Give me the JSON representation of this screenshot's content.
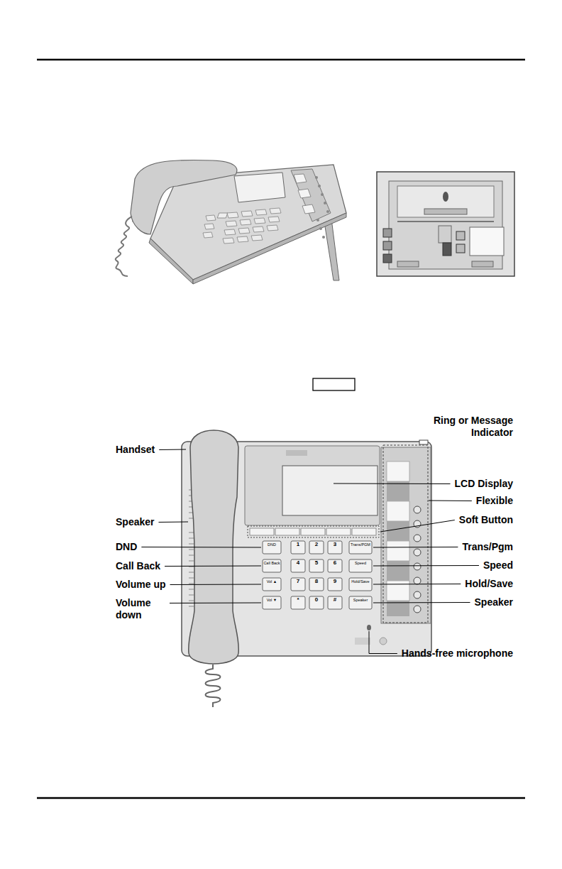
{
  "diagram": {
    "labels": [
      "Handset",
      "Ring or Message Indicator",
      "LCD Display",
      "Flexible",
      "Speaker",
      "Soft Button",
      "DND",
      "Trans/Pgm",
      "Call Back",
      "Speed",
      "Volume up",
      "Hold/Save",
      "Volume down",
      "Speaker",
      "Hands-free microphone",
      "DND",
      "Call Back",
      "Vol ▲",
      "Vol ▼",
      "1",
      "2",
      "3",
      "4",
      "5",
      "6",
      "7",
      "8",
      "9",
      "*",
      "0",
      "#",
      "Trans/PGM",
      "Speed",
      "Hold/Save",
      "Speaker"
    ]
  }
}
